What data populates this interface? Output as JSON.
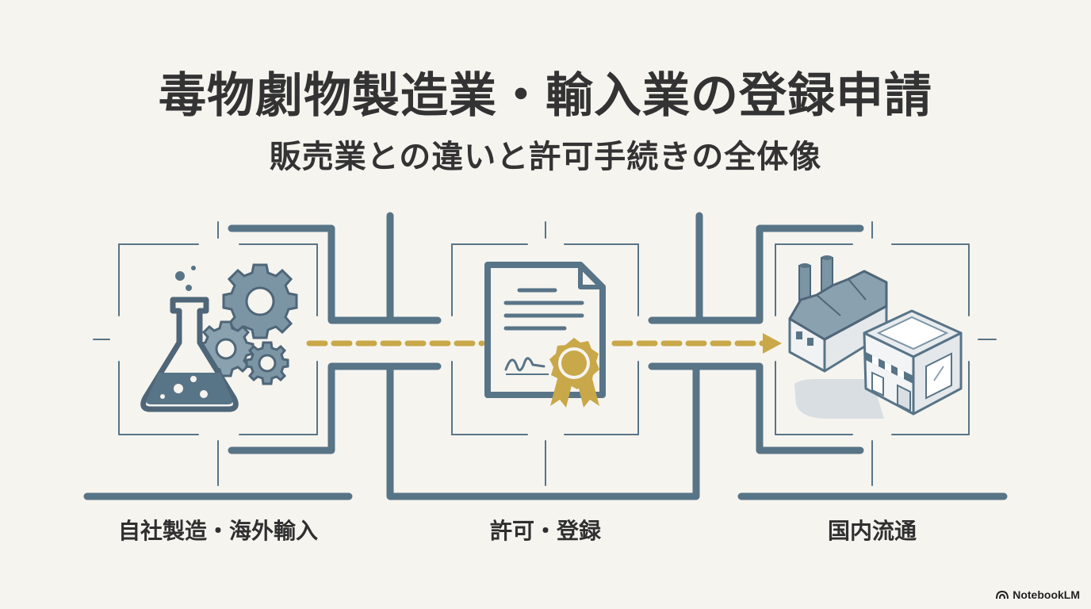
{
  "title": "毒物劇物製造業・輸入業の登録申請",
  "subtitle": "販売業との違いと許可手続きの全体像",
  "stages": [
    {
      "label": "自社製造・海外輸入",
      "icon": "flask-gears-icon"
    },
    {
      "label": "許可・登録",
      "icon": "certificate-document-icon"
    },
    {
      "label": "国内流通",
      "icon": "factory-store-icon"
    }
  ],
  "brand": "NotebookLM",
  "colors": {
    "background": "#f6f4ef",
    "line": "#587487",
    "accent": "#c9a84a",
    "text": "#333333"
  }
}
